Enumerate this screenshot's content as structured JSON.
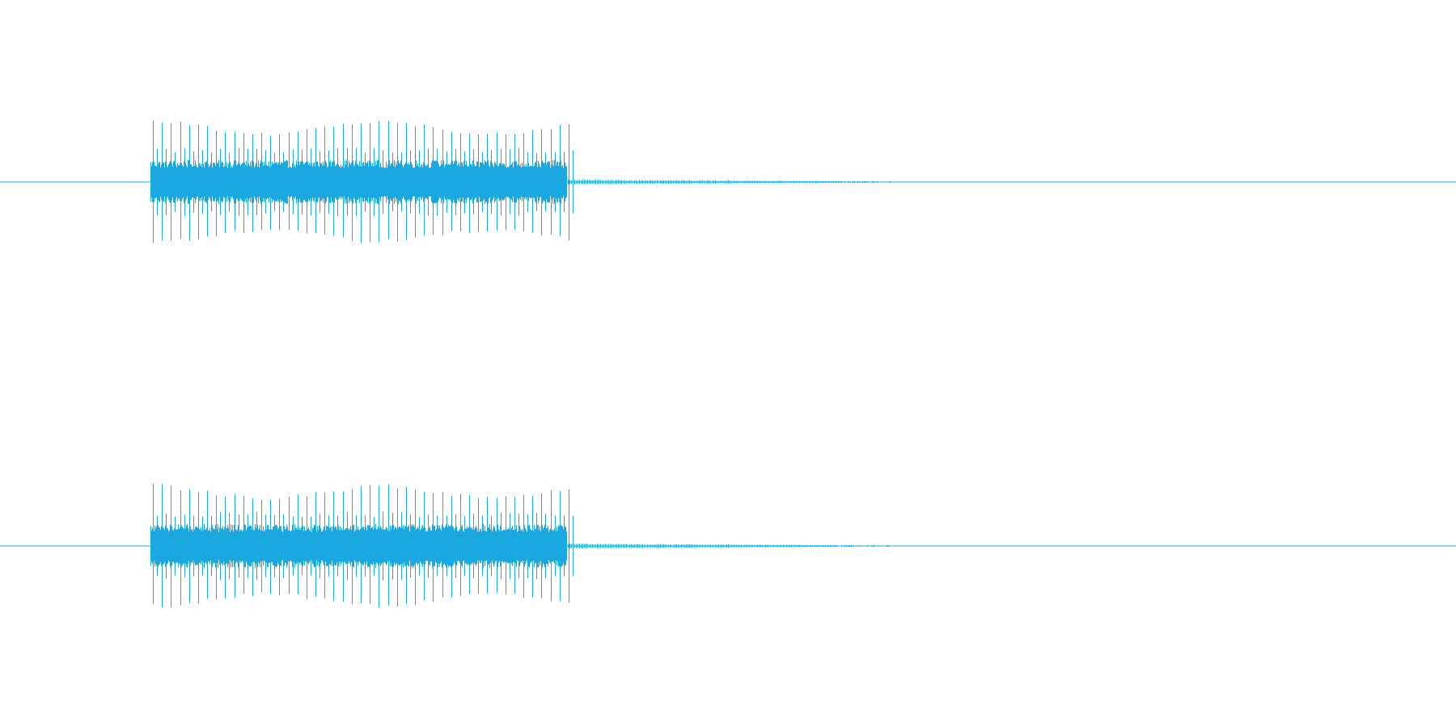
{
  "waveform": {
    "color": "#1aa8e0",
    "background": "#ffffff",
    "channels": [
      {
        "id": "channel-1",
        "label": ""
      },
      {
        "id": "channel-2",
        "label": ""
      }
    ],
    "signal": {
      "burst_count": 46,
      "burst_peak_amplitude": 1.0,
      "body_amplitude": 0.35,
      "tail_amplitude": 0.04,
      "channel_1_tail_fade_fraction": 0.59,
      "channel_2_tail_fade_fraction": 0.58
    }
  }
}
